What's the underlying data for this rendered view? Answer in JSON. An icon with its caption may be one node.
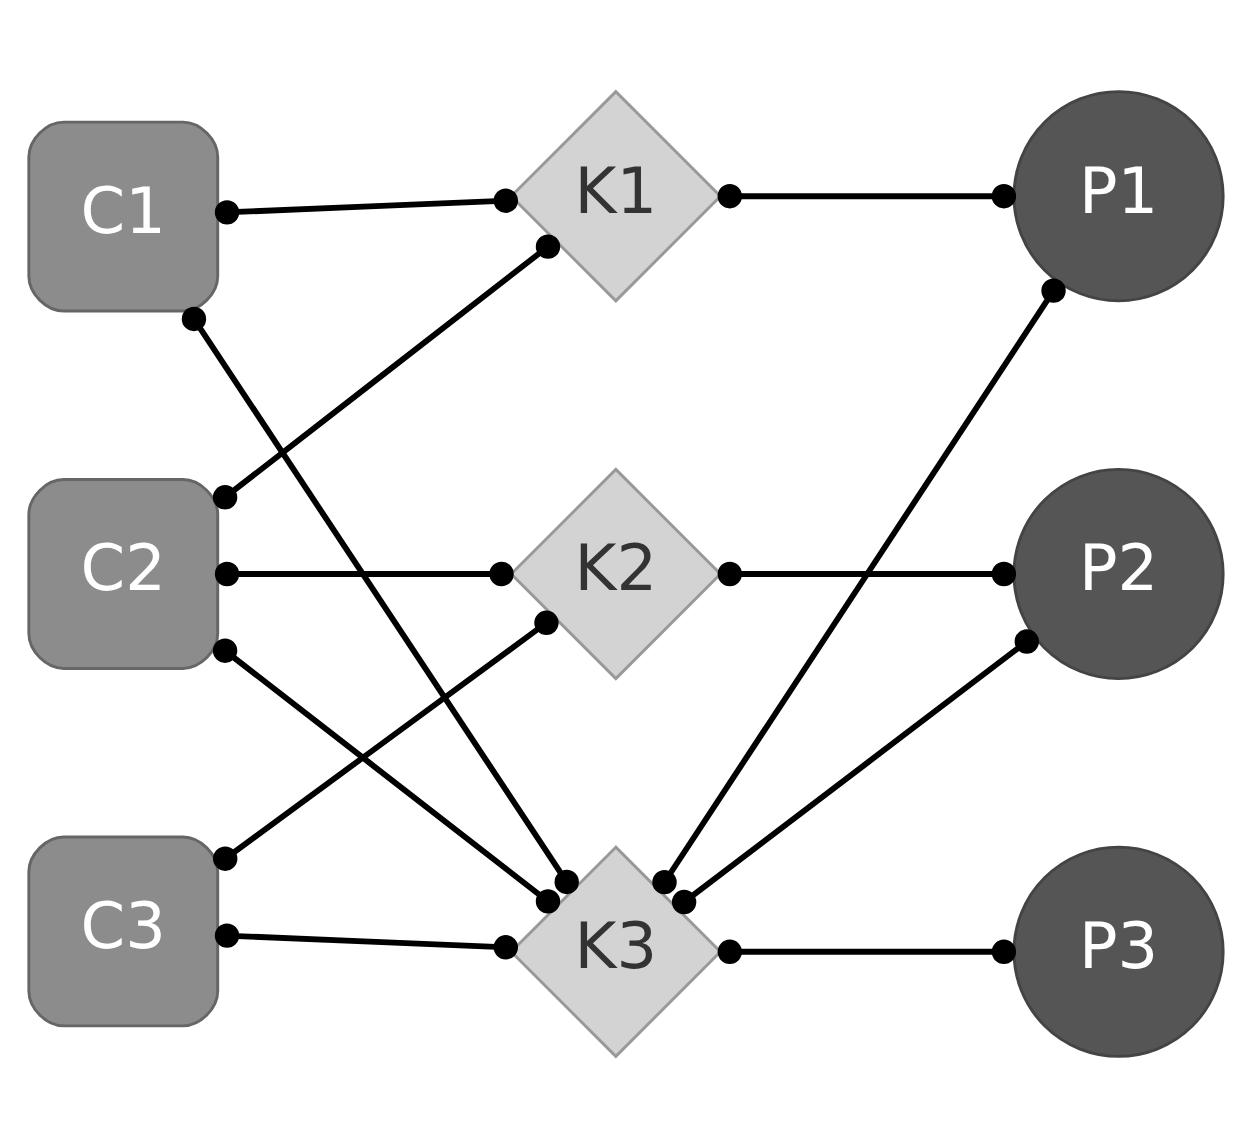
{
  "diagram": {
    "nodes": [
      {
        "text": [
          "C1"
        ]
      },
      {
        "text": [
          "C2"
        ]
      },
      {
        "text": [
          "C3"
        ]
      },
      {
        "text": [
          "K1"
        ]
      },
      {
        "text": [
          "K2"
        ]
      },
      {
        "text": [
          "K3"
        ]
      },
      {
        "text": [
          "P1"
        ]
      },
      {
        "text": [
          "P2"
        ]
      },
      {
        "text": [
          "P3"
        ]
      }
    ],
    "edges": [
      {
        "from": 0,
        "to": 3,
        "arrow": "other"
      },
      {
        "from": 0,
        "to": 5,
        "arrow": "other"
      },
      {
        "from": 1,
        "to": 3,
        "arrow": "other"
      },
      {
        "from": 1,
        "to": 4,
        "arrow": "other"
      },
      {
        "from": 1,
        "to": 5,
        "arrow": "other"
      },
      {
        "from": 2,
        "to": 4,
        "arrow": "other"
      },
      {
        "from": 2,
        "to": 5,
        "arrow": "other"
      },
      {
        "from": 3,
        "to": 6,
        "arrow": "other"
      },
      {
        "from": 4,
        "to": 7,
        "arrow": "other"
      },
      {
        "from": 5,
        "to": 6,
        "arrow": "other"
      },
      {
        "from": 5,
        "to": 7,
        "arrow": "other"
      },
      {
        "from": 5,
        "to": 8,
        "arrow": "other"
      }
    ]
  }
}
